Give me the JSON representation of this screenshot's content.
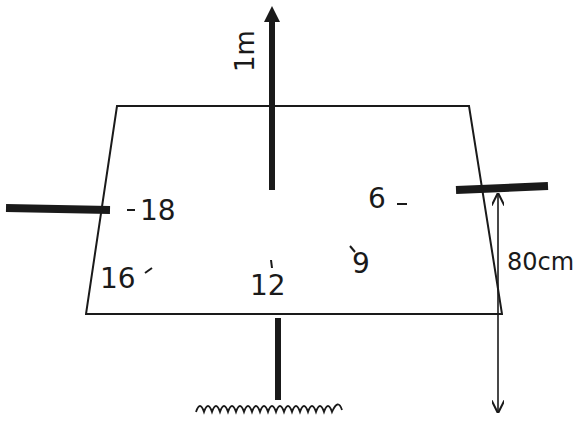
{
  "diagram": {
    "nodes": [
      {
        "text": [
          "18",
          "6",
          "16",
          "9",
          "12"
        ]
      }
    ],
    "labels": [
      "1m",
      "80cm"
    ]
  }
}
